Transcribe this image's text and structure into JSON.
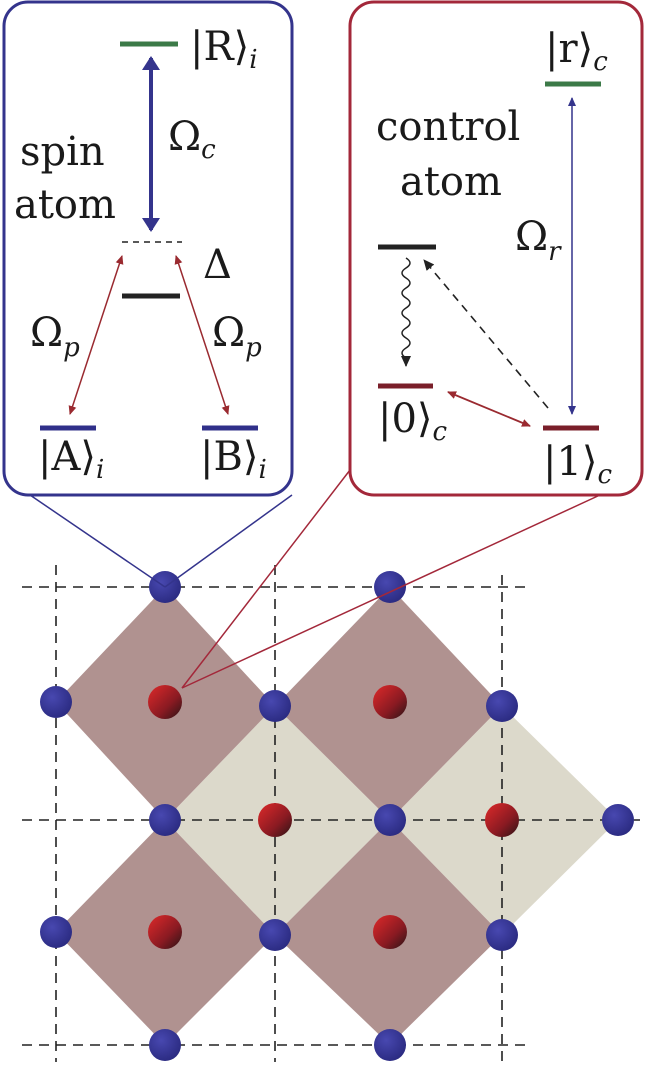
{
  "colors": {
    "spin_box": "#34348c",
    "control_box": "#a3283a",
    "rydberg_level": "#3c7a48",
    "spin_level": "#30308a",
    "control_level": "#7a1f2a",
    "intermediate_level": "#222222",
    "plaquette_dark": "#b09290",
    "plaquette_light": "#dcd9cb",
    "spin_atom": "#333399",
    "control_atom": "#c0282c"
  },
  "spin_panel": {
    "title_line1": "spin",
    "title_line2": "atom",
    "level_R": "|R⟩",
    "level_R_sub": "i",
    "level_A": "|A⟩",
    "level_A_sub": "i",
    "level_B": "|B⟩",
    "level_B_sub": "i",
    "coupling_c": "Ω",
    "coupling_c_sub": "c",
    "coupling_p_left": "Ω",
    "coupling_p_left_sub": "p",
    "coupling_p_right": "Ω",
    "coupling_p_right_sub": "p",
    "detuning": "Δ"
  },
  "control_panel": {
    "title_line1": "control",
    "title_line2": "atom",
    "level_r": "|r⟩",
    "level_r_sub": "c",
    "level_0": "|0⟩",
    "level_0_sub": "c",
    "level_1": "|1⟩",
    "level_1_sub": "c",
    "coupling_r": "Ω",
    "coupling_r_sub": "r"
  },
  "lattice": {
    "description_icons": [
      "spin-atom-icon",
      "control-atom-icon"
    ]
  }
}
